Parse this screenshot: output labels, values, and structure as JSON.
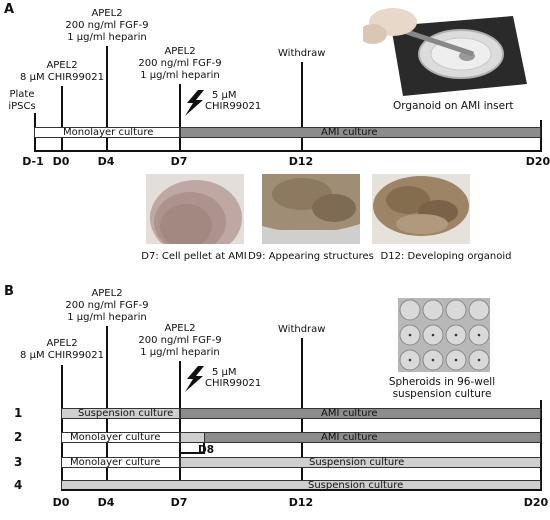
{
  "panel_a": {
    "label": "A",
    "annotations": {
      "plate": [
        "Plate",
        "iPSCs"
      ],
      "d0": [
        "APEL2",
        "8 µM CHIR99021"
      ],
      "d4": [
        "APEL2",
        "200 ng/ml FGF-9",
        "1 µg/ml heparin"
      ],
      "d7": [
        "APEL2",
        "200 ng/ml FGF-9",
        "1 µg/ml heparin"
      ],
      "pulse": [
        "5 µM",
        "CHIR99021"
      ],
      "withdraw": "Withdraw"
    },
    "bars": {
      "monolayer": "Monolayer culture",
      "ami": "AMI culture"
    },
    "ticks": [
      "D-1",
      "D0",
      "D4",
      "D7",
      "D12",
      "D20"
    ],
    "insert_caption": "Organoid on AMI insert",
    "image_captions": [
      "D7: Cell pellet at AMI",
      "D9: Appearing structures",
      "D12: Developing organoid"
    ]
  },
  "panel_b": {
    "label": "B",
    "annotations": {
      "d0": [
        "APEL2",
        "8 µM CHIR99021"
      ],
      "d4": [
        "APEL2",
        "200 ng/ml FGF-9",
        "1 µg/ml heparin"
      ],
      "d7": [
        "APEL2",
        "200 ng/ml FGF-9",
        "1 µg/ml heparin"
      ],
      "pulse": [
        "5 µM",
        "CHIR99021"
      ],
      "withdraw": "Withdraw"
    },
    "plate_caption": [
      "Spheroids in 96-well",
      "suspension culture"
    ],
    "rows": [
      {
        "num": "1",
        "seg1": "Suspension culture",
        "seg2": "AMI culture"
      },
      {
        "num": "2",
        "seg1": "Monolayer culture",
        "seg2": "AMI culture",
        "marker": "D8"
      },
      {
        "num": "3",
        "seg1": "Monolayer culture",
        "seg2": "Suspension culture"
      },
      {
        "num": "4",
        "seg1": "",
        "seg2": "Suspension culture"
      }
    ],
    "ticks": [
      "D0",
      "D4",
      "D7",
      "D12",
      "D20"
    ]
  },
  "colors": {
    "ami_bar": "#8c8c8c",
    "suspension_bar": "#cfcfcf",
    "monolayer_bar": "#ffffff"
  }
}
